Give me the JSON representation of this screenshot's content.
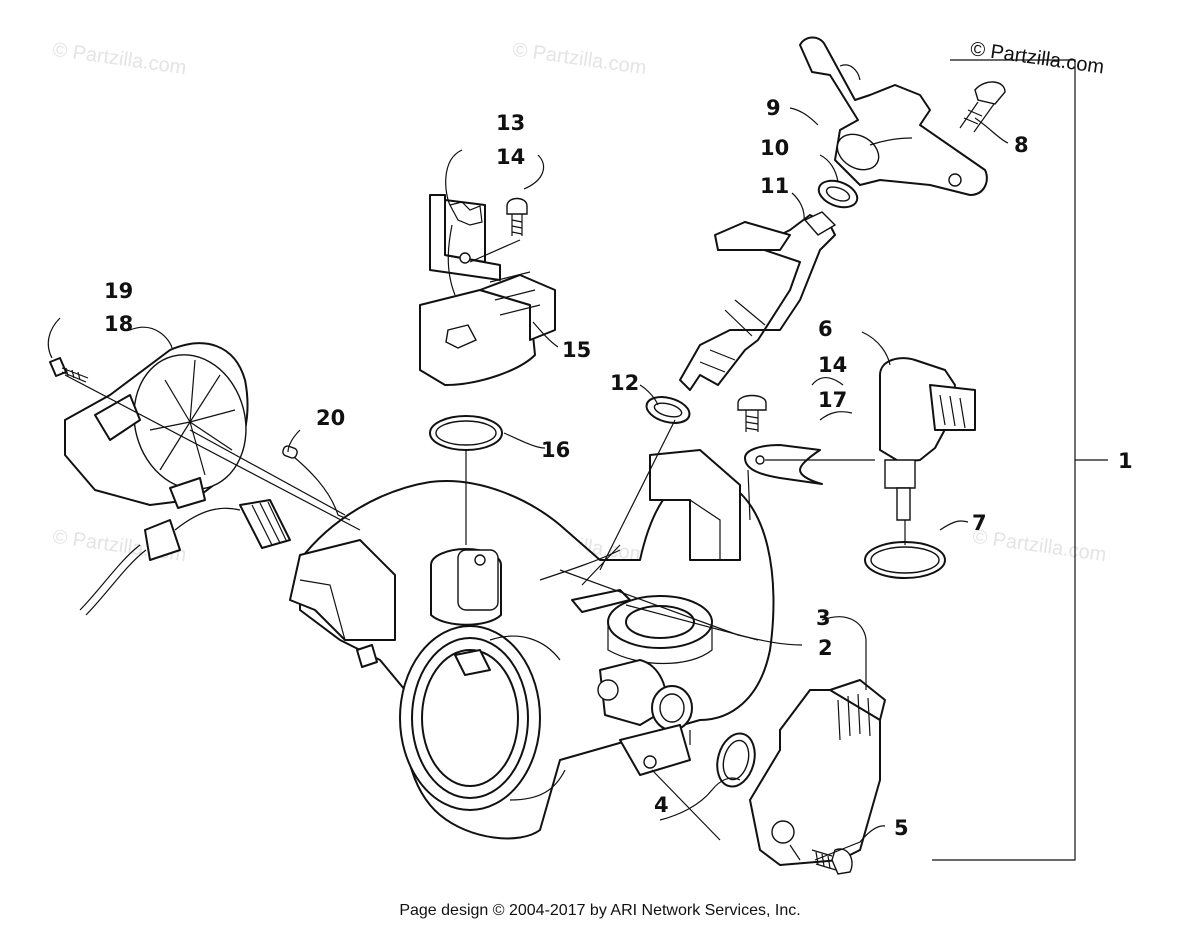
{
  "watermarks": [
    "© Partzilla.com",
    "© Partzilla.com",
    "© Partzilla.com",
    "© Partzilla.com",
    "© Partzilla.com"
  ],
  "brand": "© Partzilla.com",
  "footer": "Page design © 2004-2017 by ARI Network Services, Inc.",
  "callouts": {
    "c1": "1",
    "c2": "2",
    "c3": "3",
    "c4": "4",
    "c5": "5",
    "c6": "6",
    "c7": "7",
    "c8": "8",
    "c9": "9",
    "c10": "10",
    "c11": "11",
    "c12": "12",
    "c13": "13",
    "c14a": "14",
    "c14b": "14",
    "c15": "15",
    "c16": "16",
    "c17": "17",
    "c18": "18",
    "c19": "19",
    "c20": "20"
  }
}
